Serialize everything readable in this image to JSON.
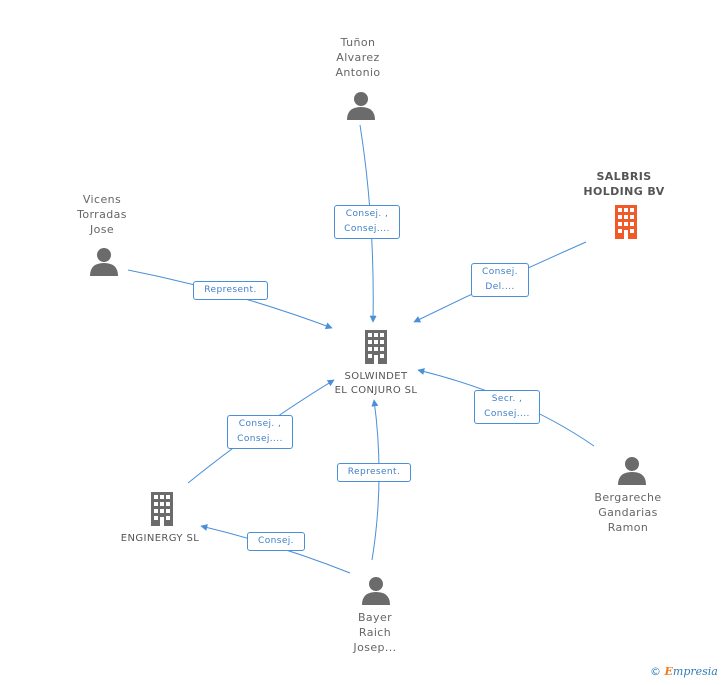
{
  "nodes": {
    "center": {
      "label": "SOLWINDET\nEL CONJURO SL"
    },
    "tunon": {
      "label": "Tuñon\nAlvarez\nAntonio"
    },
    "vicens": {
      "label": "Vicens\nTorradas\nJose"
    },
    "salbris": {
      "label": "SALBRIS\nHOLDING BV"
    },
    "bergareche": {
      "label": "Bergareche\nGandarias\nRamon"
    },
    "enginergy": {
      "label": "ENGINERGY SL"
    },
    "bayer": {
      "label": "Bayer\nRaich\nJosep..."
    }
  },
  "edges": {
    "tunon_center": "Consej. ,\nConsej....",
    "vicens_center": "Represent.",
    "salbris_center": "Consej.\nDel....",
    "bergareche_center": "Secr. ,\nConsej....",
    "enginergy_center": "Consej. ,\nConsej....",
    "bayer_center": "Represent.",
    "bayer_enginergy": "Consej."
  },
  "colors": {
    "edge": "#4a90d9",
    "person_icon": "#6b6b6b",
    "company_icon": "#6b6b6b",
    "highlight_company_icon": "#f05a28"
  },
  "footer": {
    "copyright": "©",
    "brand_rest": "mpresia",
    "brand_e": "E"
  }
}
